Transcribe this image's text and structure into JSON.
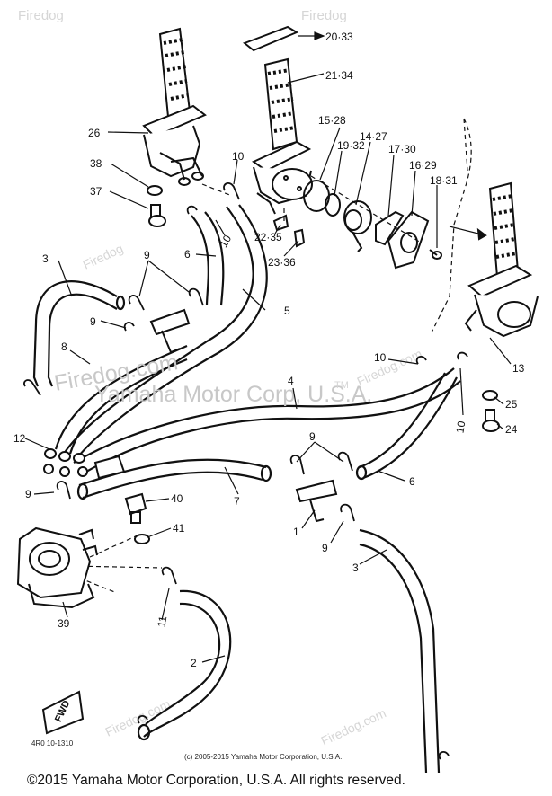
{
  "watermark": {
    "site": "Firedog.com",
    "site_short": "Firedog",
    "main": "Yamaha Motor Corp, U.S.A.",
    "tm": "TM"
  },
  "part_numbers": {
    "p1": "1",
    "p2": "2",
    "p3a": "3",
    "p3b": "3",
    "p4": "4",
    "p5": "5",
    "p6a": "6",
    "p6b": "6",
    "p7": "7",
    "p8": "8",
    "p9a": "9",
    "p9b": "9",
    "p9c": "9",
    "p9d": "9",
    "p9e": "9",
    "p10a": "10",
    "p10b": "10",
    "p10c": "10",
    "p10d": "10",
    "p11": "11",
    "p12": "12",
    "p13": "13",
    "p14_27": "14·27",
    "p15_28": "15·28",
    "p16_29": "16·29",
    "p17_30": "17·30",
    "p18_31": "18·31",
    "p19_32": "19·32",
    "p20_33": "20·33",
    "p21_34": "21·34",
    "p22_35": "22·35",
    "p23_36": "23·36",
    "p24": "24",
    "p25": "25",
    "p26": "26",
    "p37": "37",
    "p38": "38",
    "p39": "39",
    "p40": "40",
    "p41": "41"
  },
  "fwd_tag": "FWD",
  "drawing_code": "4R0 10-1310",
  "small_copyright": "(c) 2005-2015 Yamaha Motor Corporation, U.S.A.",
  "footer_copyright": "©2015 Yamaha Motor Corporation, U.S.A. All rights reserved."
}
